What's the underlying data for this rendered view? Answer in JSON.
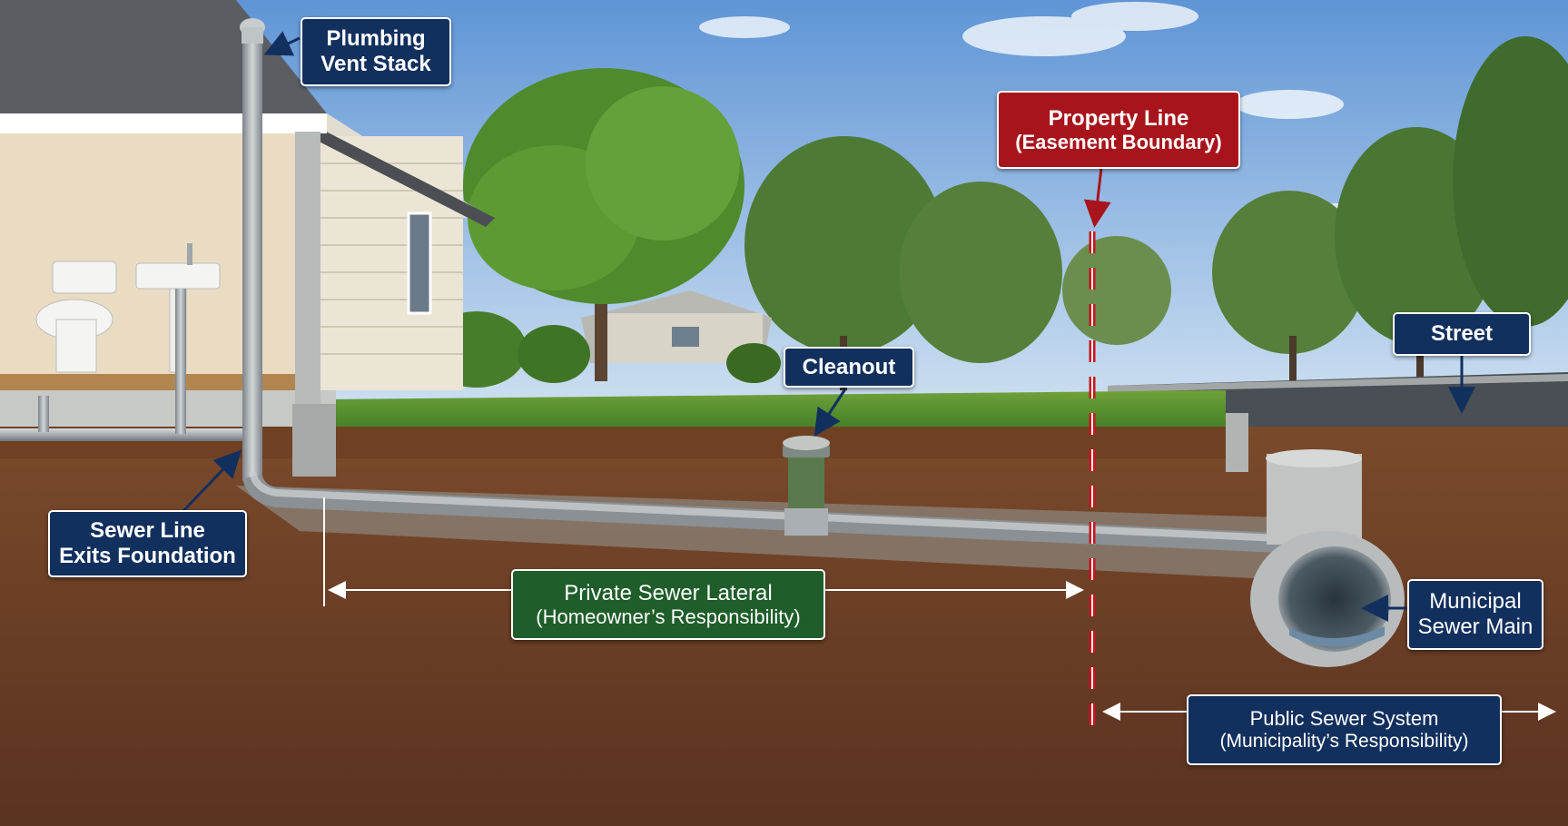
{
  "labels": {
    "vent_stack": {
      "line1": "Plumbing",
      "line2": "Vent Stack"
    },
    "property_line": {
      "line1": "Property Line",
      "line2": "(Easement Boundary)"
    },
    "cleanout": {
      "text": "Cleanout"
    },
    "street": {
      "text": "Street"
    },
    "sewer_exit": {
      "line1": "Sewer Line",
      "line2": "Exits Foundation"
    },
    "private_lateral": {
      "line1": "Private Sewer Lateral",
      "line2": "(Homeowner’s Responsibility)"
    },
    "municipal_main": {
      "line1": "Municipal",
      "line2": "Sewer Main"
    },
    "public_system": {
      "line1": "Public Sewer System",
      "line2": "(Municipality’s Responsibility)"
    }
  },
  "colors": {
    "label_navy": "#12305e",
    "label_red": "#a8141c",
    "label_green": "#1f5e2a",
    "soil": "#6b3f24",
    "grass": "#4f8a2a",
    "sky": "#7fb0e0",
    "pipe": "#a9afb3",
    "property_line": "#c8141e"
  }
}
